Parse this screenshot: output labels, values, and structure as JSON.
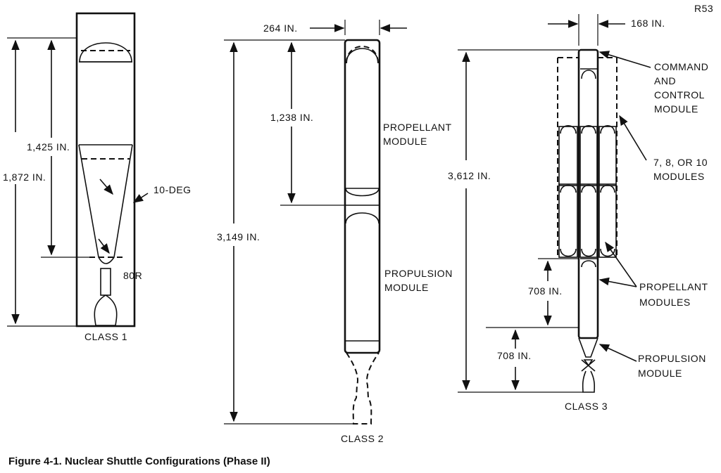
{
  "ref_code": "R53",
  "caption": "Figure 4-1.  Nuclear Shuttle Configurations (Phase II)",
  "class1": {
    "title": "CLASS 1",
    "dim_overall": "1,872 IN.",
    "dim_tank": "1,425 IN.",
    "angle": "10-DEG",
    "radius": "80R"
  },
  "class2": {
    "title": "CLASS 2",
    "dim_width": "264 IN.",
    "dim_overall": "3,149 IN.",
    "dim_module": "1,238 IN.",
    "propellant_line1": "PROPELLANT",
    "propellant_line2": "MODULE",
    "propulsion_line1": "PROPULSION",
    "propulsion_line2": "MODULE"
  },
  "class3": {
    "title": "CLASS 3",
    "dim_width": "168 IN.",
    "dim_overall": "3,612 IN.",
    "dim_module_a": "708 IN.",
    "dim_module_b": "708 IN.",
    "command_line1": "COMMAND",
    "command_line2": "AND",
    "command_line3": "CONTROL",
    "command_line4": "MODULE",
    "modules_line1": "7, 8, OR 10",
    "modules_line2": "MODULES",
    "propellant_line1": "PROPELLANT",
    "propellant_line2": "MODULES",
    "propulsion_line1": "PROPULSION",
    "propulsion_line2": "MODULE"
  }
}
